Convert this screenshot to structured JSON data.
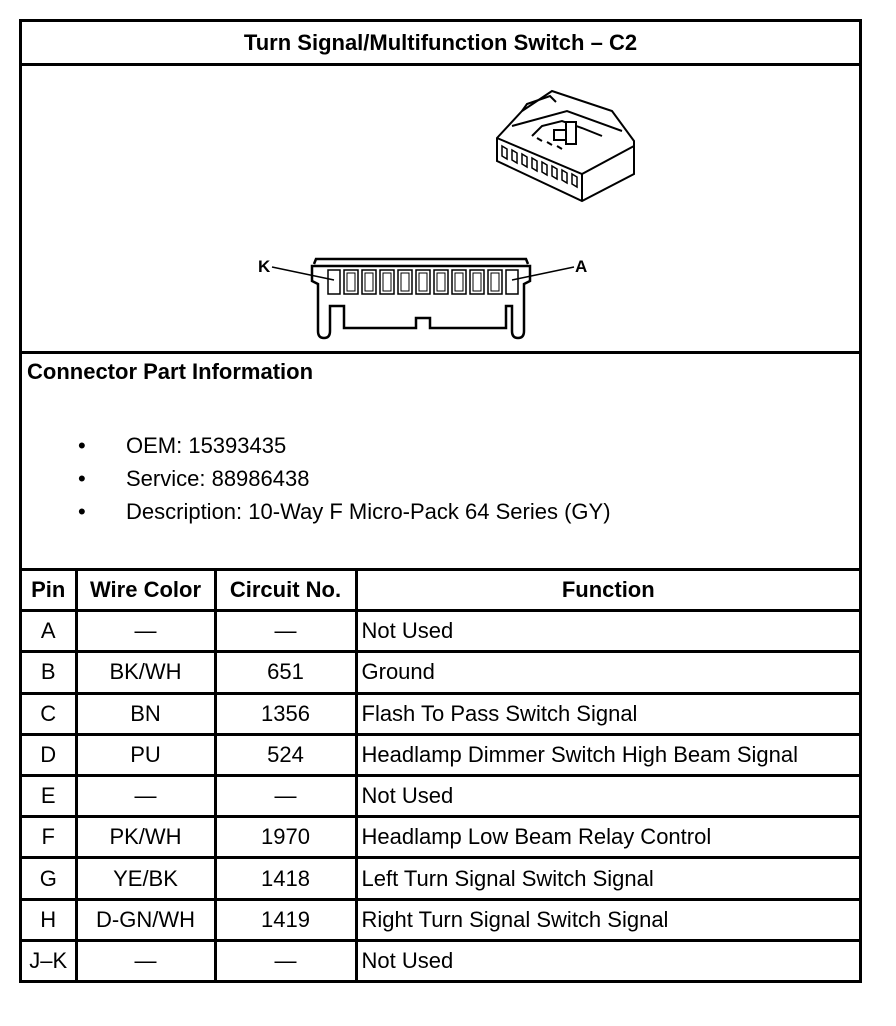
{
  "title": "Turn Signal/Multifunction Switch – C2",
  "diagram": {
    "label_left": "K",
    "label_right": "A"
  },
  "connector_info": {
    "heading": "Connector Part Information",
    "bullet": "•",
    "items": [
      "OEM: 15393435",
      "Service: 88986438",
      "Description: 10-Way F Micro-Pack 64 Series (GY)"
    ]
  },
  "table": {
    "headers": [
      "Pin",
      "Wire Color",
      "Circuit No.",
      "Function"
    ],
    "rows": [
      {
        "pin": "A",
        "wire": "—",
        "circuit": "—",
        "function": "Not Used"
      },
      {
        "pin": "B",
        "wire": "BK/WH",
        "circuit": "651",
        "function": "Ground"
      },
      {
        "pin": "C",
        "wire": "BN",
        "circuit": "1356",
        "function": "Flash To Pass Switch Signal"
      },
      {
        "pin": "D",
        "wire": "PU",
        "circuit": "524",
        "function": "Headlamp Dimmer Switch High Beam Signal"
      },
      {
        "pin": "E",
        "wire": "—",
        "circuit": "—",
        "function": "Not Used"
      },
      {
        "pin": "F",
        "wire": "PK/WH",
        "circuit": "1970",
        "function": "Headlamp Low Beam Relay Control"
      },
      {
        "pin": "G",
        "wire": "YE/BK",
        "circuit": "1418",
        "function": "Left Turn Signal Switch Signal"
      },
      {
        "pin": "H",
        "wire": "D-GN/WH",
        "circuit": "1419",
        "function": "Right Turn Signal Switch Signal"
      },
      {
        "pin": "J–K",
        "wire": "—",
        "circuit": "—",
        "function": "Not Used"
      }
    ]
  }
}
